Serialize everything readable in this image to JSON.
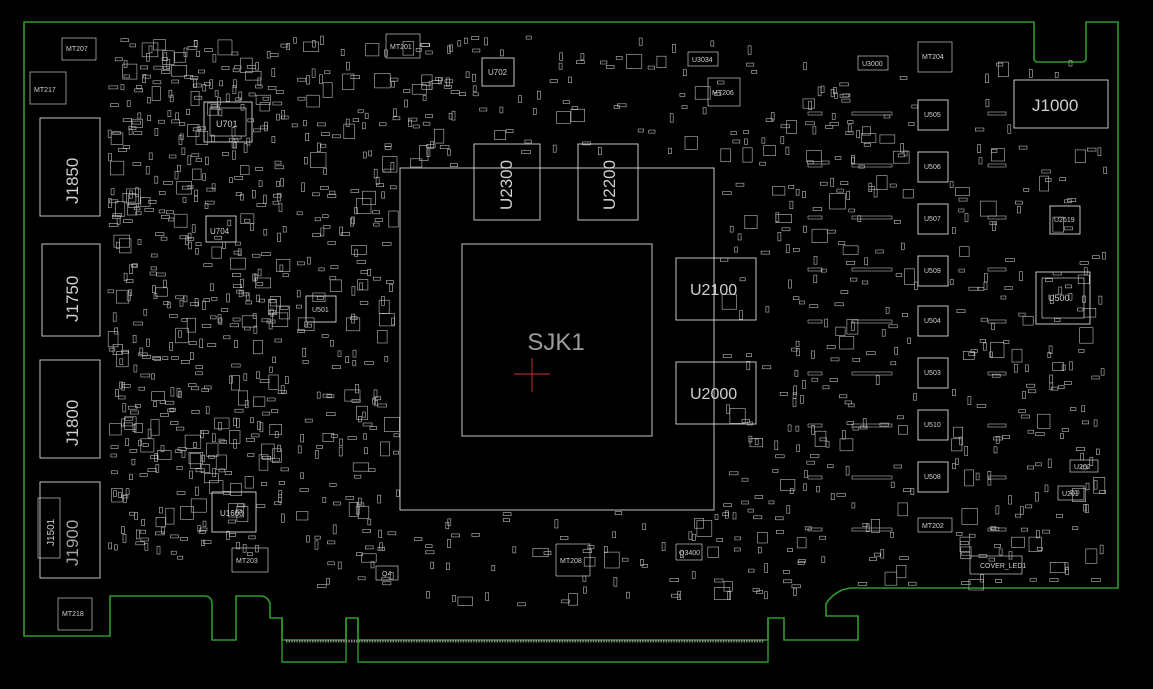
{
  "title": "",
  "colors": {
    "background": "#000000",
    "board_outline": "#2e9a2e",
    "component_outline": "#d8d8d8",
    "origin_marker": "#d03030"
  },
  "labels": {
    "main_gpu": "SJK1",
    "mem_top_left": "U2300",
    "mem_top_right": "U2200",
    "mem_right_top": "U2100",
    "mem_right_bottom": "U2000",
    "connector_top_right": "J1000",
    "connector_1850": "J1850",
    "connector_1750": "J1750",
    "connector_1800": "J1800",
    "connector_1900": "J1900",
    "connector_1501": "J1501",
    "chip_u701": "U701",
    "chip_u702": "U702",
    "chip_u704": "U704",
    "chip_u501": "U501",
    "chip_u1600": "U1600",
    "chip_u500": "U500",
    "chip_u505": "U505",
    "chip_u506": "U506",
    "chip_u507": "U507",
    "chip_u509": "U509",
    "chip_u504": "U504",
    "chip_u503": "U503",
    "chip_u510": "U510",
    "chip_u508": "U508",
    "chip_u3034": "U3034",
    "chip_u3000": "U3000",
    "chip_u2619": "U2619",
    "chip_u202": "U202",
    "chip_u201": "U201",
    "chip_q4": "Q4",
    "chip_q3400": "Q3400",
    "mt207": "MT207",
    "mt217": "MT217",
    "mt201": "MT201",
    "mt206": "MT206",
    "mt204": "MT204",
    "mt218": "MT218",
    "mt203": "MT203",
    "mt208": "MT208",
    "mt202": "MT202",
    "cover": "COVER_LED1"
  }
}
